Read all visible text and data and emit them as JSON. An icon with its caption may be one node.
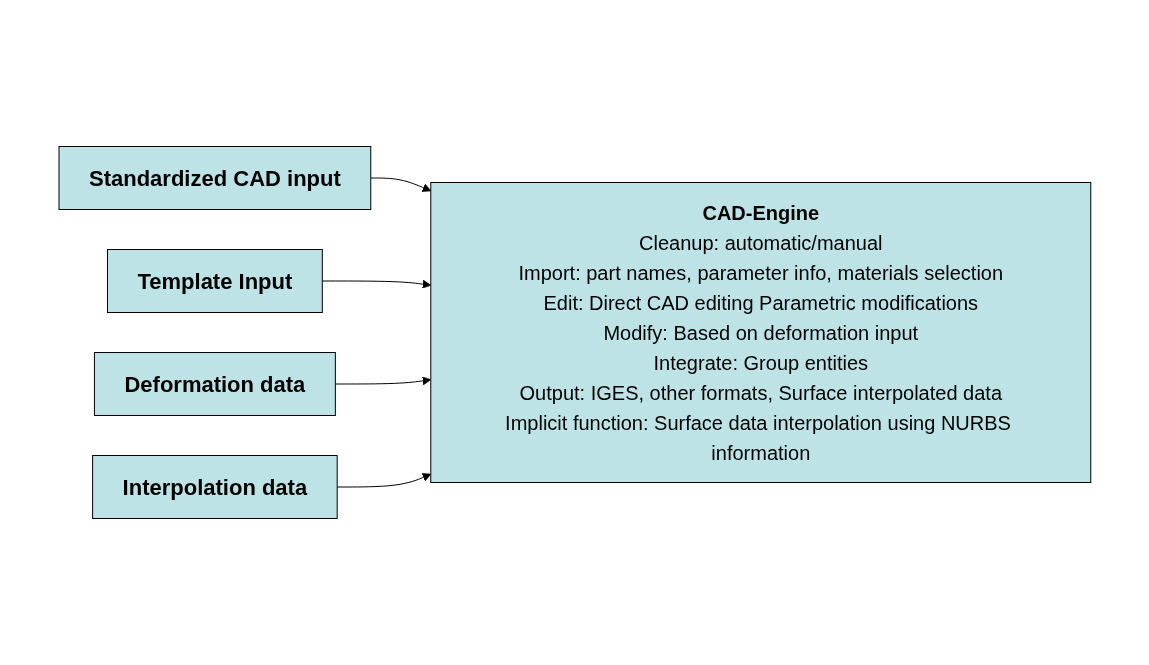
{
  "diagram": {
    "nodes": [
      {
        "text": [
          "Standardized CAD input"
        ]
      },
      {
        "text": [
          "Template Input"
        ]
      },
      {
        "text": [
          "Deformation data"
        ]
      },
      {
        "text": [
          "Interpolation data"
        ]
      },
      {
        "text": [
          "CAD-Engine",
          "Cleanup: automatic/manual",
          "Import: part names, parameter info, materials selection",
          "Edit: Direct CAD editing Parametric modifications",
          "Modify: Based on deformation input",
          "Integrate: Group entities",
          "Output: IGES, other formats, Surface interpolated data",
          "Implicit function: Surface data interpolation using NURBS information"
        ]
      }
    ],
    "edges": [
      {
        "from": 0,
        "to": 4,
        "arrow": "to"
      },
      {
        "from": 1,
        "to": 4,
        "arrow": "to"
      },
      {
        "from": 2,
        "to": 4,
        "arrow": "to"
      },
      {
        "from": 3,
        "to": 4,
        "arrow": "to"
      }
    ]
  }
}
